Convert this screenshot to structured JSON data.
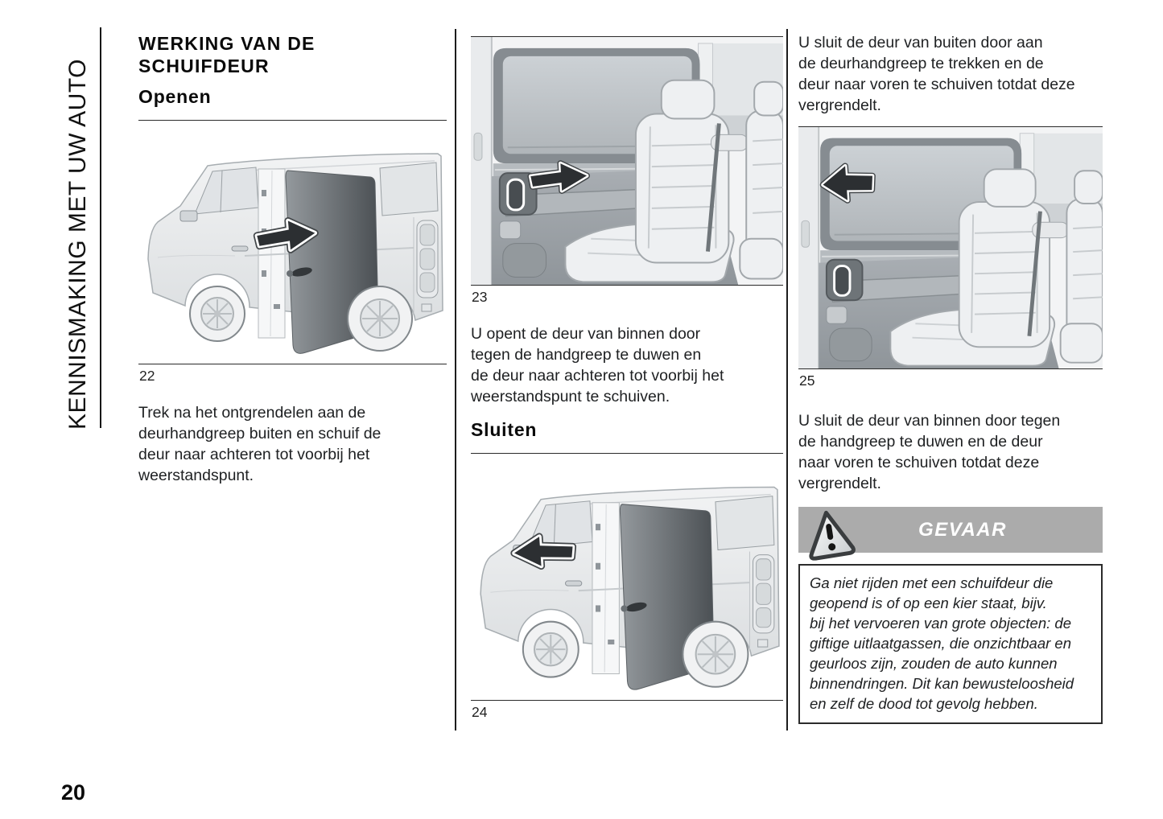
{
  "page": {
    "number": "20"
  },
  "sidebar": {
    "label": "KENNISMAKING MET UW AUTO"
  },
  "col1": {
    "heading": "WERKING VAN DE SCHUIFDEUR",
    "subheading": "Openen",
    "figure_caption": "22",
    "body": [
      "Trek na het ontgrendelen aan de",
      "deurhandgreep buiten en schuif de",
      "deur naar achteren tot voorbij het",
      "weerstandspunt."
    ]
  },
  "col2": {
    "figure_open_caption": "23",
    "body": [
      "U opent de deur van binnen door",
      "tegen de handgreep te duwen en",
      "de deur naar achteren tot voorbij het",
      "weerstandspunt te schuiven."
    ],
    "subheading": "Sluiten",
    "figure_close_caption": "24"
  },
  "col3": {
    "body_outside": [
      "U sluit de deur van buiten door aan",
      "de deurhandgreep te trekken en de",
      "deur naar voren te schuiven totdat deze",
      "vergrendelt."
    ],
    "figure_caption": "25",
    "body_inside": [
      "U sluit de deur van binnen door tegen",
      "de handgreep te duwen en de deur",
      "naar voren te schuiven totdat deze",
      "vergrendelt."
    ],
    "danger_label": "GEVAAR",
    "danger_text": [
      "Ga niet rijden met een schuifdeur die",
      "geopend is of op een kier staat, bijv.",
      "bij het vervoeren van grote objecten: de",
      "giftige uitlaatgassen, die onzichtbaar en",
      "geurloos zijn, zouden de auto kunnen",
      "binnendringen. Dit kan bewusteloosheid",
      "en zelf de dood tot gevolg hebben."
    ]
  },
  "colors": {
    "danger_bar_bg": "#ababab",
    "danger_label_text": "#ffffff",
    "rule": "#1c1c1c",
    "dark_door": "#4b5054"
  }
}
